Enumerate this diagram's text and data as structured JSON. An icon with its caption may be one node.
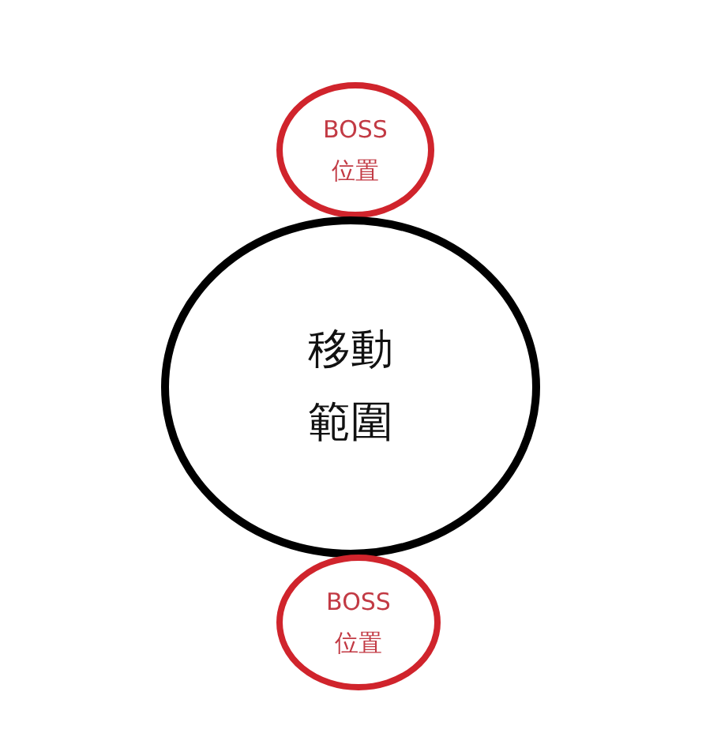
{
  "diagram": {
    "nodes": [
      {
        "text": [
          "BOSS 位置"
        ]
      },
      {
        "text": [
          "移動範圍"
        ]
      },
      {
        "text": [
          "BOSS 位置"
        ]
      }
    ]
  }
}
